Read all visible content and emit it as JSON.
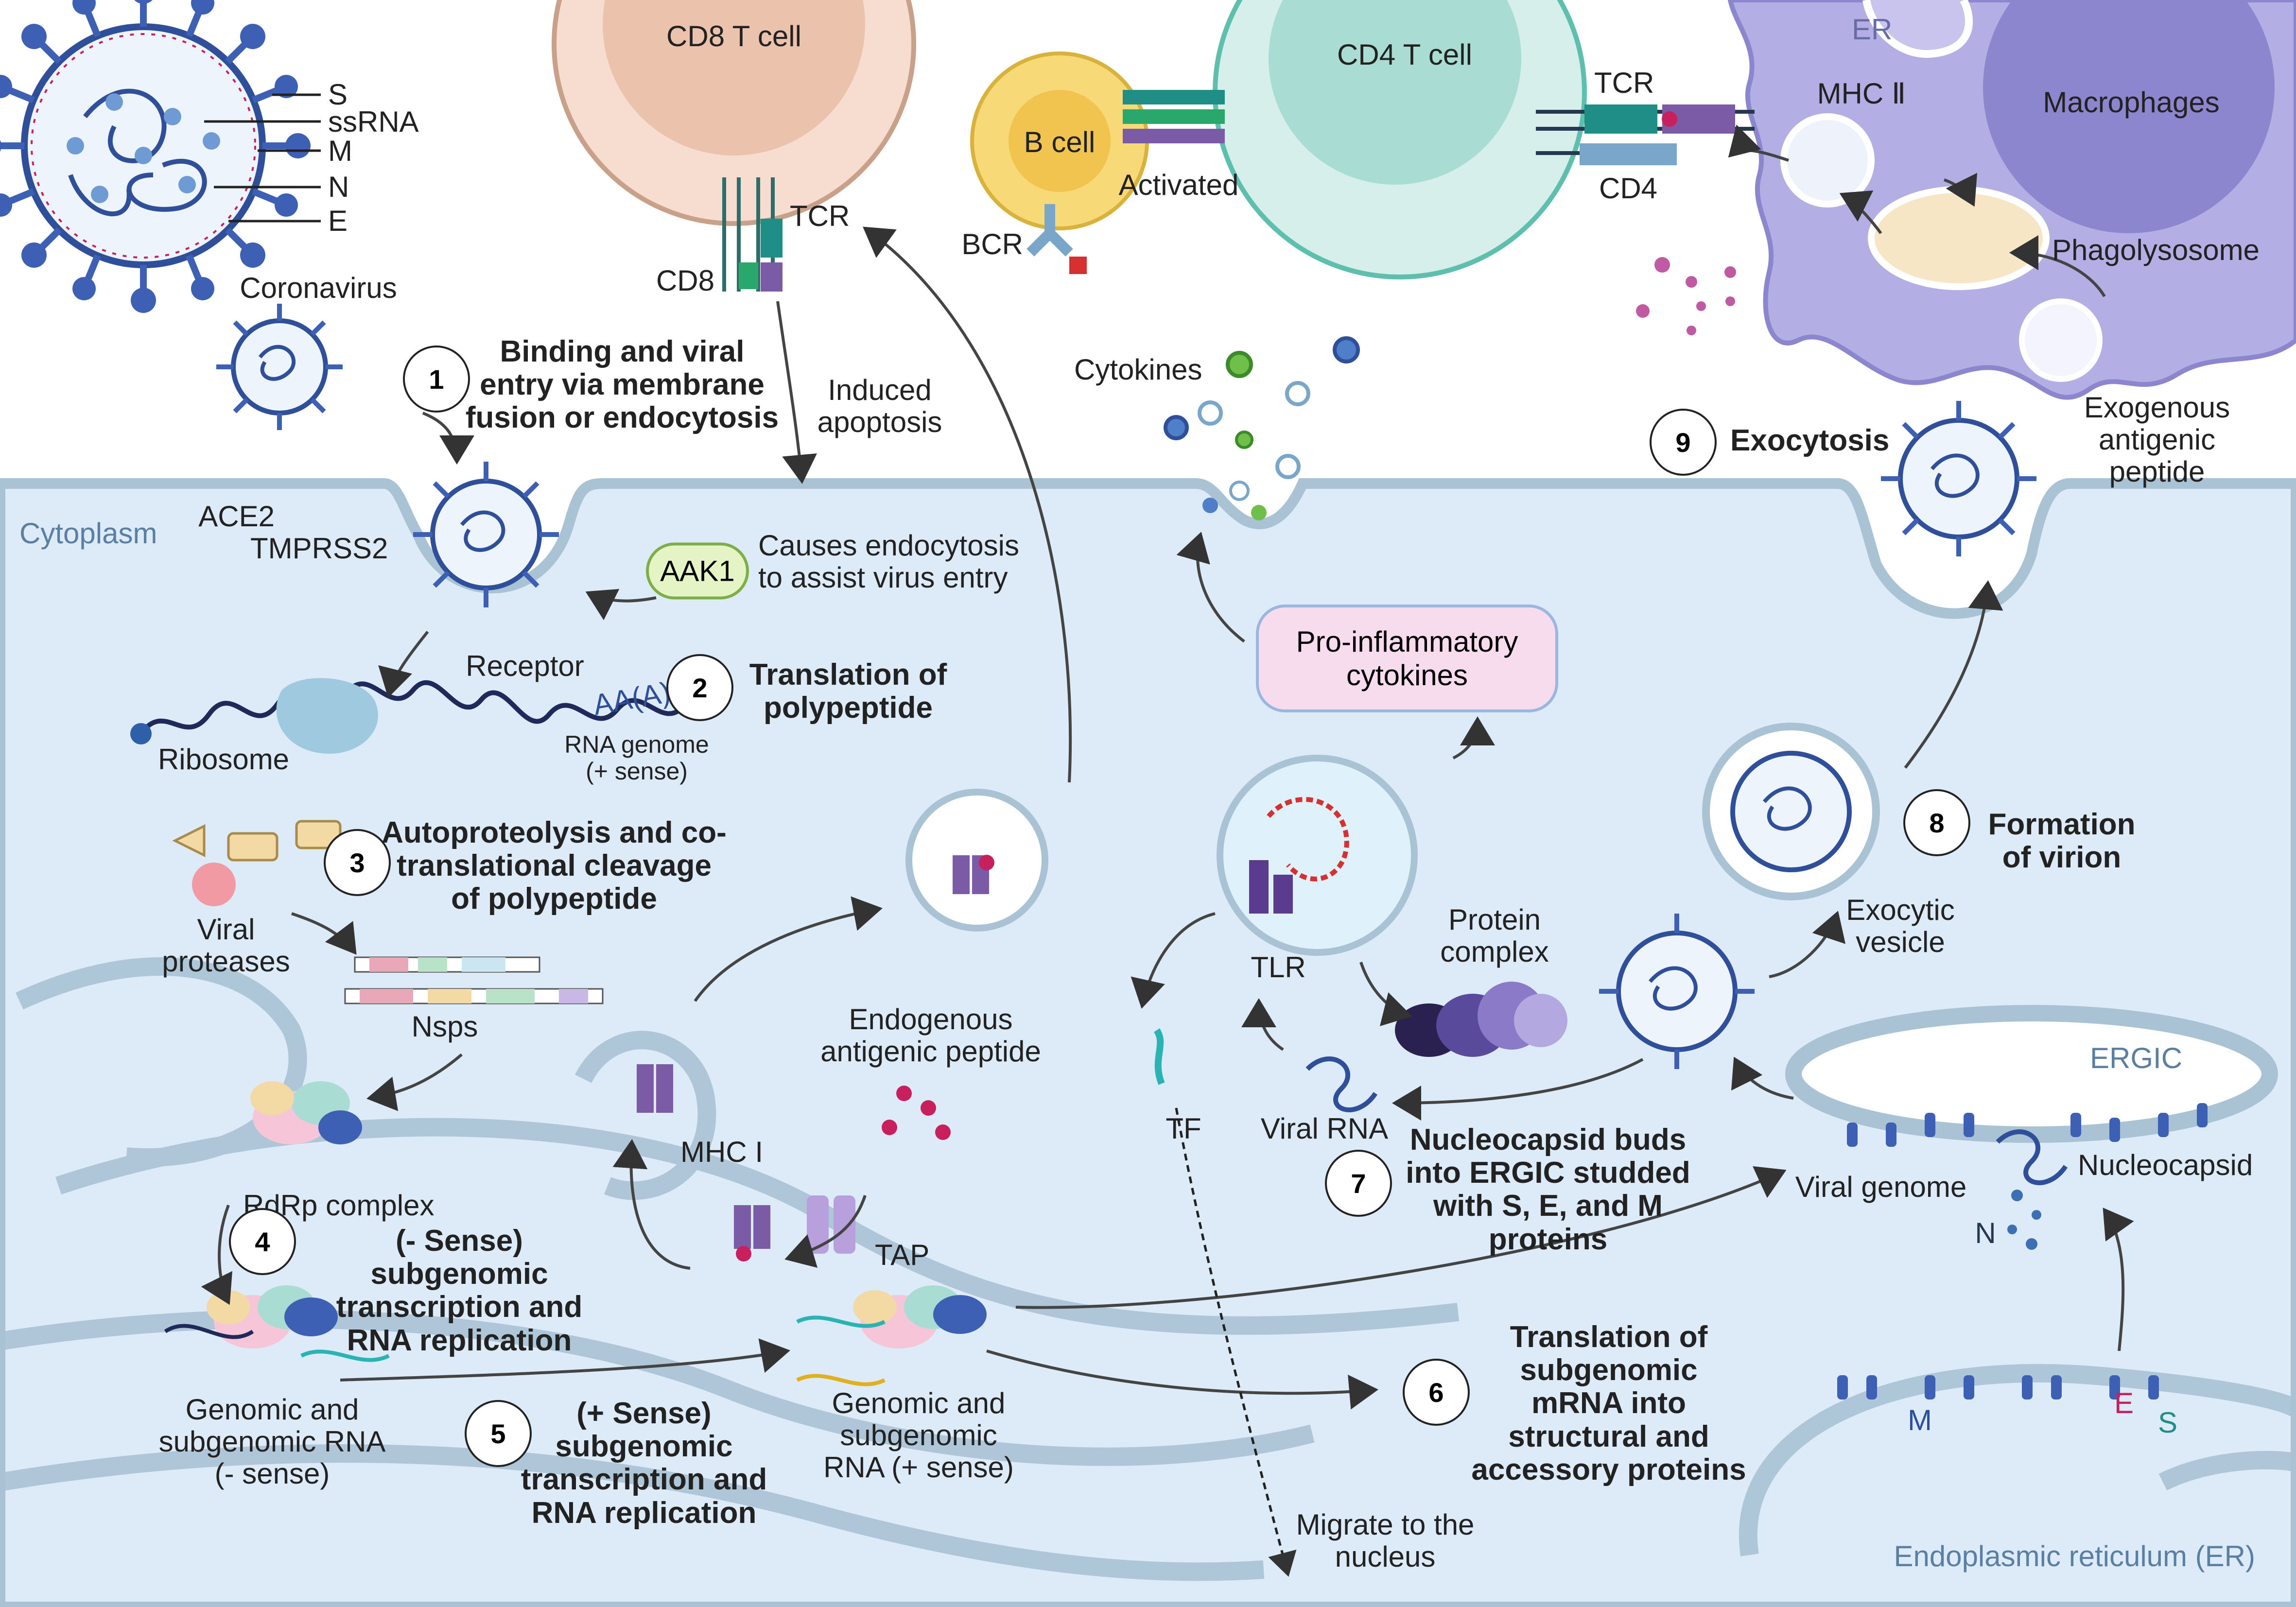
{
  "virus_legend": {
    "S": "S",
    "ssRNA": "ssRNA",
    "M": "M",
    "N": "N",
    "E": "E",
    "name": "Coronavirus"
  },
  "cells": {
    "cd8": "CD8 T cell",
    "cd4": "CD4 T cell",
    "bcell": "B cell",
    "activated": "Activated",
    "bcr": "BCR",
    "macrophages": "Macrophages",
    "er_top": "ER",
    "mhc2": "MHC Ⅱ",
    "phagolysosome": "Phagolysosome",
    "exogenous": "Exogenous\nantigenic peptide",
    "tcr_left": "TCR",
    "cd8_label": "CD8",
    "tcr_right": "TCR",
    "cd4_label": "CD4"
  },
  "cytoplasm": "Cytoplasm",
  "labels": {
    "ace2": "ACE2",
    "tmprss2": "TMPRSS2",
    "receptor": "Receptor",
    "aak1": "AAK1",
    "aak1_note": "Causes endocytosis\nto assist virus entry",
    "induced": "Induced\napoptosis",
    "cytokines": "Cytokines",
    "proinflam": "Pro-inflammatory\ncytokines",
    "ribosome": "Ribosome",
    "aaa": "AA(A)",
    "rna_genome": "RNA genome\n(+ sense)",
    "viral_proteases": "Viral\nproteases",
    "nsps": "Nsps",
    "rdrp": "RdRp complex",
    "genomic_minus": "Genomic and\nsubgenomic RNA\n(- sense)",
    "genomic_plus": "Genomic and\nsubgenomic\nRNA (+ sense)",
    "mhc1": "MHC I",
    "endogenous": "Endogenous\nantigenic peptide",
    "tap": "TAP",
    "tlr": "TLR",
    "tf": "TF",
    "protein_complex": "Protein\ncomplex",
    "viral_rna": "Viral RNA",
    "migrate": "Migrate to the\nnucleus",
    "exocytic": "Exocytic\nvesicle",
    "ergic": "ERGIC",
    "viral_genome": "Viral genome",
    "nucleocapsid": "Nucleocapsid",
    "n_letter": "N",
    "m_letter": "M",
    "e_letter": "E",
    "s_letter": "S",
    "er_bottom": "Endoplasmic reticulum (ER)"
  },
  "steps": [
    {
      "num": "1",
      "text": "Binding and viral\nentry via membrane\nfusion or endocytosis"
    },
    {
      "num": "2",
      "text": "Translation of\npolypeptide"
    },
    {
      "num": "3",
      "text": "Autoproteolysis and co-\ntranslational cleavage\nof polypeptide"
    },
    {
      "num": "4",
      "text": "(- Sense)\nsubgenomic\ntranscription and\nRNA replication"
    },
    {
      "num": "5",
      "text": "(+ Sense)\nsubgenomic\ntranscription and\nRNA replication"
    },
    {
      "num": "6",
      "text": "Translation of\nsubgenomic\nmRNA into\nstructural and\naccessory proteins"
    },
    {
      "num": "7",
      "text": "Nucleocapsid buds\ninto ERGIC studded\nwith S, E, and M\nproteins"
    },
    {
      "num": "8",
      "text": "Formation\nof virion"
    },
    {
      "num": "9",
      "text": "Exocytosis"
    }
  ],
  "colors": {
    "cytoplasm_bg": "#ddebf8",
    "membrane": "#a9c3d4",
    "virus_blue": "#2f4f9a",
    "virus_spike": "#3d5fb4",
    "cd8_outer": "#f6ddd0",
    "cd8_inner": "#ebc3ad",
    "cd4_outer": "#d6efea",
    "cd4_inner": "#a9dcd3",
    "bcell_outer": "#f7d978",
    "bcell_inner": "#f0c44e",
    "macrophage": "#b3aee3",
    "macro_nucleus": "#8c86cf",
    "aak1_fill": "#e4f4c4",
    "proinflam_fill": "#f6dcec",
    "mhc_purple": "#7b5aa6"
  }
}
